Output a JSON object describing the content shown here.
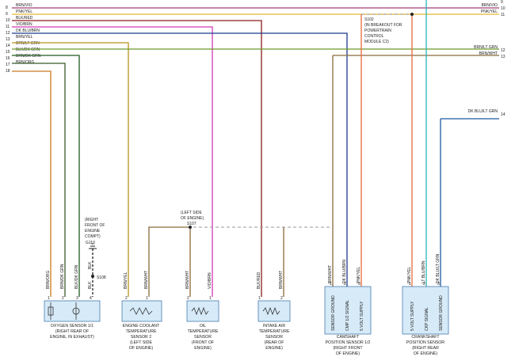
{
  "colors": {
    "brn_vio": "#a13c78",
    "pnk_yel": "#e8b830",
    "blk_red": "#8a1a1a",
    "vio_brn": "#d238b8",
    "dk_blu_brn": "#1a3a8a",
    "brn_yel": "#b8921a",
    "brn_lt_grn": "#6a9a2a",
    "blk_dk_grn": "#1f5a1f",
    "brn_dk_grn": "#385a28",
    "brn_org": "#c87a20",
    "brn_wht": "#8a6a3a",
    "pnk_yel_vert": "#e86a3a",
    "lt_blu_brn": "#2ab5b5",
    "dk_blu_lt_grn": "#1a5aa0",
    "splice_line": "#999999",
    "component_fill": "#d6eaf8",
    "component_border": "#4a7bb0"
  },
  "left_pins": [
    {
      "pin": "8",
      "label": "BRN/VIO"
    },
    {
      "pin": "9",
      "label": "PNK/YEL"
    },
    {
      "pin": "10",
      "label": "BLK/RED"
    },
    {
      "pin": "11",
      "label": "VIO/BRN"
    },
    {
      "pin": "12",
      "label": "DK BLU/BRN"
    },
    {
      "pin": "13",
      "label": "BRN/YEL"
    },
    {
      "pin": "14",
      "label": "BRN/LT GRN"
    },
    {
      "pin": "15",
      "label": "BLK/DK GRN"
    },
    {
      "pin": "16",
      "label": "BRN/DK GRN"
    },
    {
      "pin": "17",
      "label": "BRN/ORG"
    },
    {
      "pin": "18",
      "label": ""
    }
  ],
  "right_pins": [
    {
      "pin": "9",
      "label": ""
    },
    {
      "pin": "10",
      "label": "BRN/VIO"
    },
    {
      "pin": "11",
      "label": "PNK/YEL"
    },
    {
      "pin": "12",
      "label": "BRN/LT GRN"
    },
    {
      "pin": "13",
      "label": "BRN/WHT"
    },
    {
      "pin": "14",
      "label": "DK BLU/LT GRN"
    }
  ],
  "splices": {
    "s102": "S102",
    "s102_note": [
      "(IN BREAKOUT FOR",
      "POWERTRAIN",
      "CONTROL",
      "MODULE C2)"
    ],
    "s107": "S107",
    "s107_note": [
      "(LEFT SIDE",
      "OF ENGINE)"
    ],
    "s108": "S108",
    "g110": "G110",
    "g110_note": [
      "(RIGHT",
      "FRONT OF",
      "ENGINE",
      "COMPT)"
    ]
  },
  "vertical_labels": {
    "brn_org": "BRN/ORG",
    "brn_dk_grn": "BRN/DK GRN",
    "blk_dk_grn": "BLK/DK GRN",
    "blk": "BLK",
    "blk_upper": "BLK",
    "brn_yel": "BRN/YEL",
    "brn_wht": "BRN/WHT",
    "vio_brn": "VIO/BRN",
    "blk_red": "BLK/RED",
    "dk_blu_brn": "DK BLU/BRN",
    "pnk_yel": "PNK/YEL",
    "lt_blu_brn": "LT BLU/BRN",
    "dk_blu_lt_grn": "DK BLU/LT GRN"
  },
  "components": {
    "oxygen": [
      "OXYGEN SENSOR 1/1",
      "(RIGHT REAR OF",
      "ENGINE, IN EXHAUST)"
    ],
    "coolant": [
      "ENGINE COOLANT",
      "TEMPERATURE",
      "SENSOR 2",
      "(LEFT SIDE",
      "OF ENGINE)"
    ],
    "oil": [
      "OIL",
      "TEMPERATURE",
      "SENSOR",
      "(FRONT OF",
      "ENGINE)"
    ],
    "intake": [
      "INTAKE AIR",
      "TEMPERATURE",
      "SENSOR",
      "(REAR OF",
      "ENGINE)"
    ],
    "camshaft": [
      "CAMSHAFT",
      "POSITION SENSOR 1/2",
      "(RIGHT FRONT",
      "OF ENGINE)"
    ],
    "crankshaft": [
      "CRANKSHAFT",
      "POSITION SENSOR",
      "(RIGHT REAR",
      "OF ENGINE)"
    ]
  },
  "cam_inner": [
    "SENSOR GROUND",
    "CMP 1/2 SIGNAL",
    "5 VOLT SUPPLY"
  ],
  "crank_inner": [
    "5 VOLT SUPPLY",
    "CKP SIGNAL",
    "SENSOR GROUND"
  ],
  "pin_numbers": {
    "oxygen": [
      "1",
      "2",
      "3",
      "4"
    ],
    "coolant": [
      "2",
      "1"
    ],
    "oil": [
      "2",
      "1"
    ],
    "intake": [
      "1",
      "2"
    ],
    "camshaft": [
      "1",
      "2",
      "3"
    ],
    "crankshaft": [
      "1",
      "2",
      "3"
    ]
  }
}
